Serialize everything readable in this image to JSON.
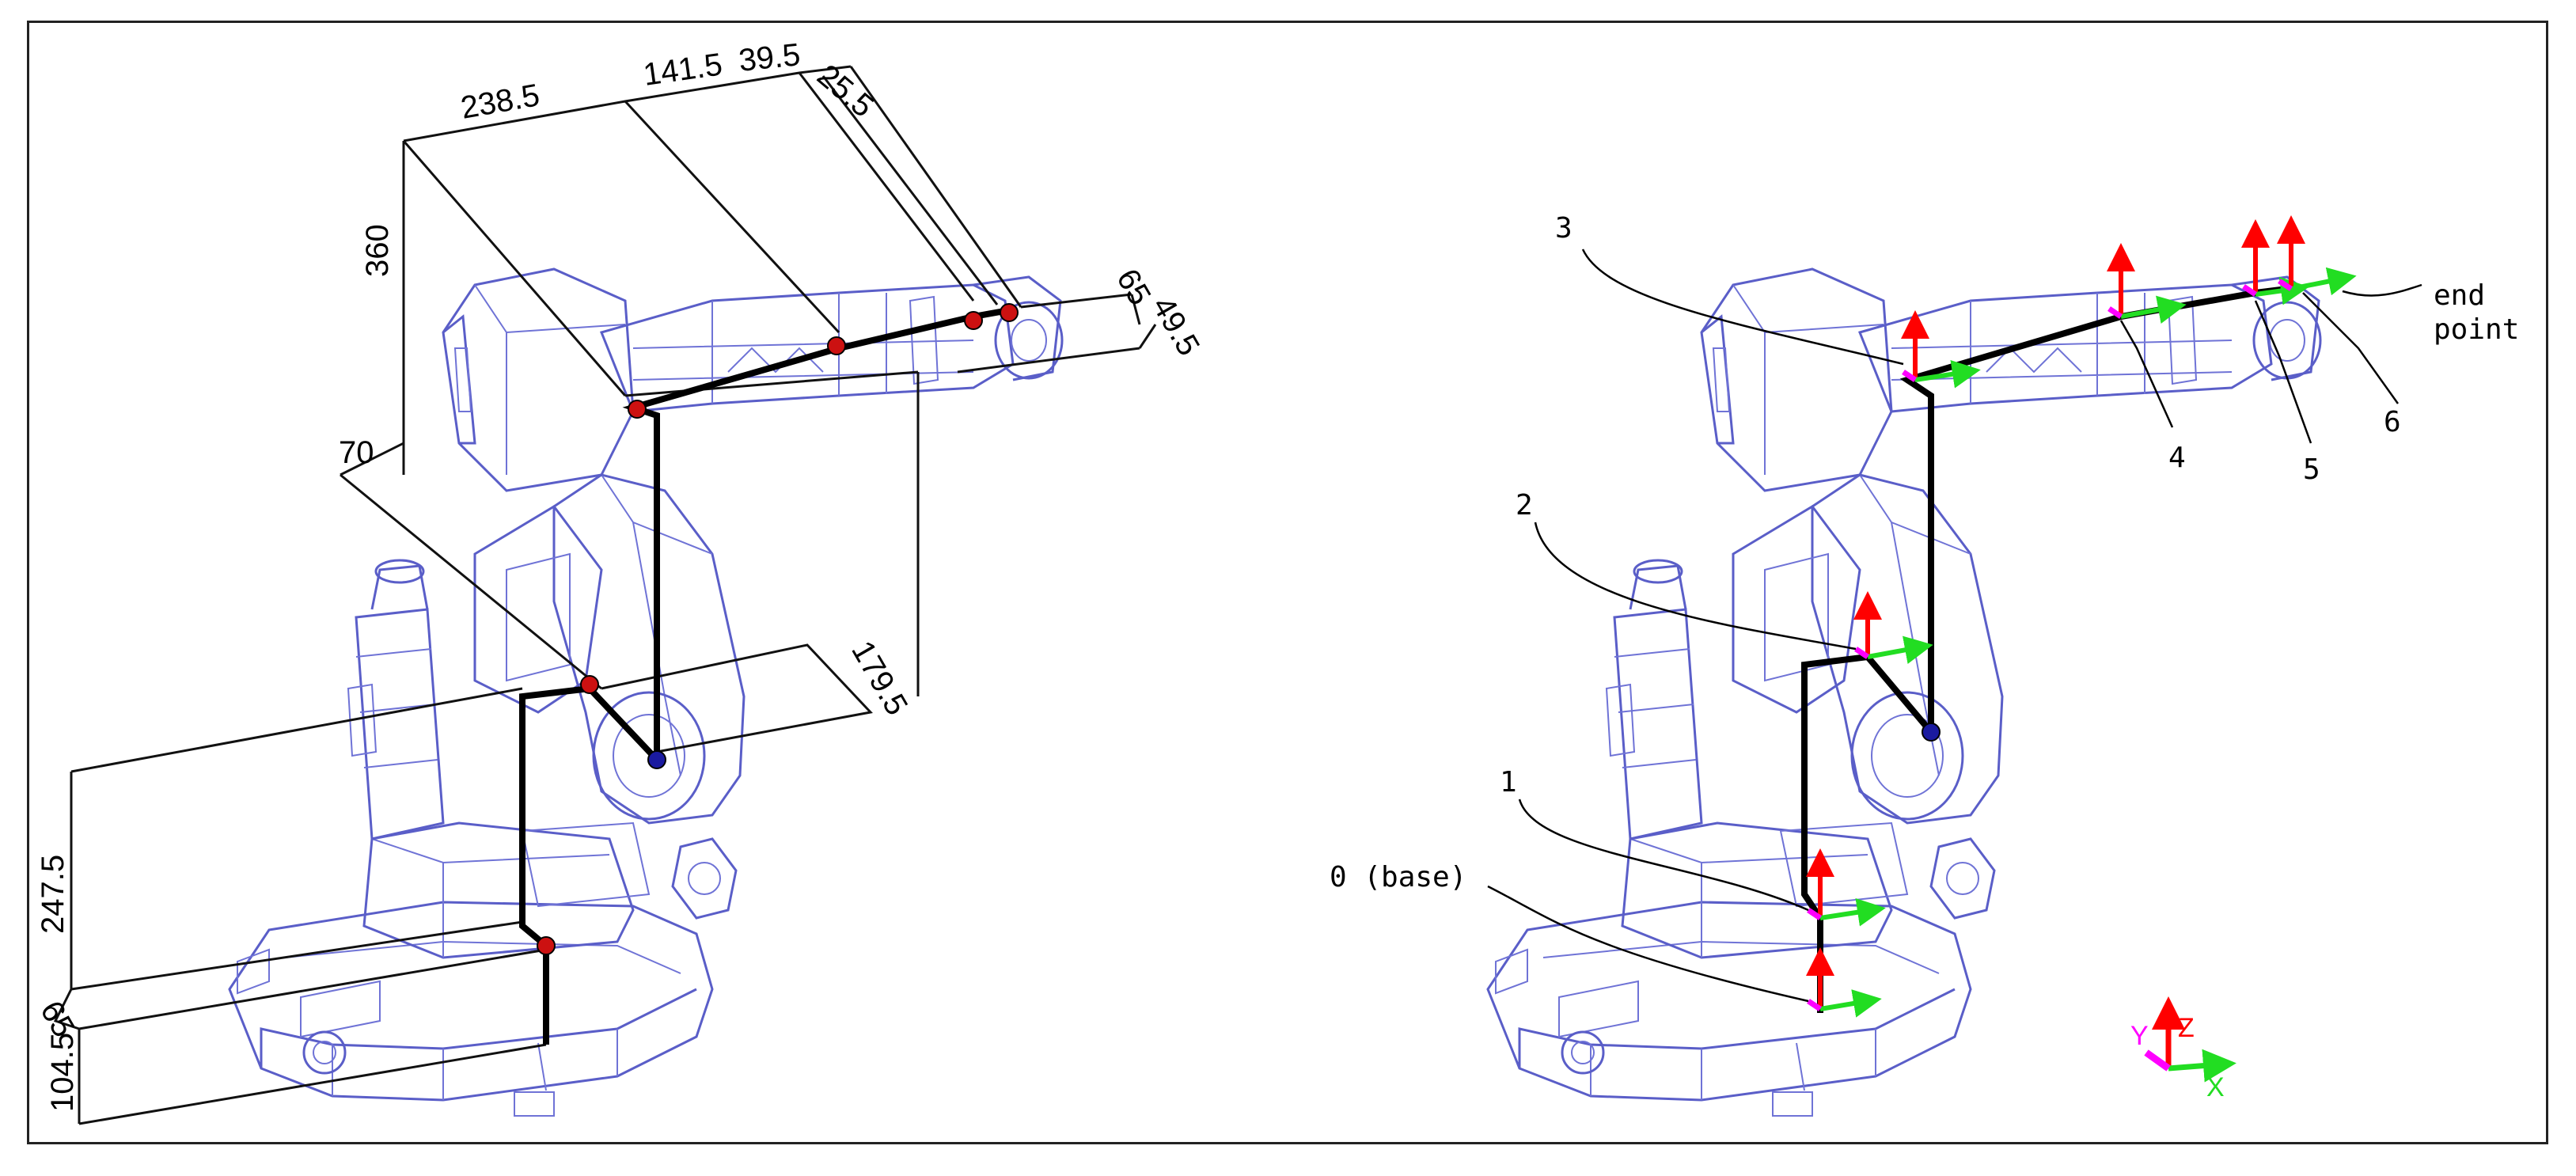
{
  "dimensions": {
    "d1": "238.5",
    "d2": "141.5",
    "d3": "39.5",
    "d4": "25.5",
    "d5": "360",
    "d6": "65",
    "d7": "49.5",
    "d8": "70",
    "d9": "179.5",
    "d10": "247.5",
    "d11": "65",
    "d12": "104.5"
  },
  "frames": {
    "f3": "3",
    "f2": "2",
    "f1": "1",
    "f0": "0 (base)",
    "f4": "4",
    "f5": "5",
    "f6": "6",
    "end_line1": "end",
    "end_line2": "point"
  },
  "legend": {
    "z": "Z",
    "y": "Y",
    "x": "X"
  },
  "colors": {
    "wireframe": "#5a5ec8",
    "z_axis": "#ff0000",
    "x_axis": "#22dd22",
    "y_axis": "#ff00ff",
    "joint": "#cc1111",
    "origin": "#1a1aa0"
  }
}
